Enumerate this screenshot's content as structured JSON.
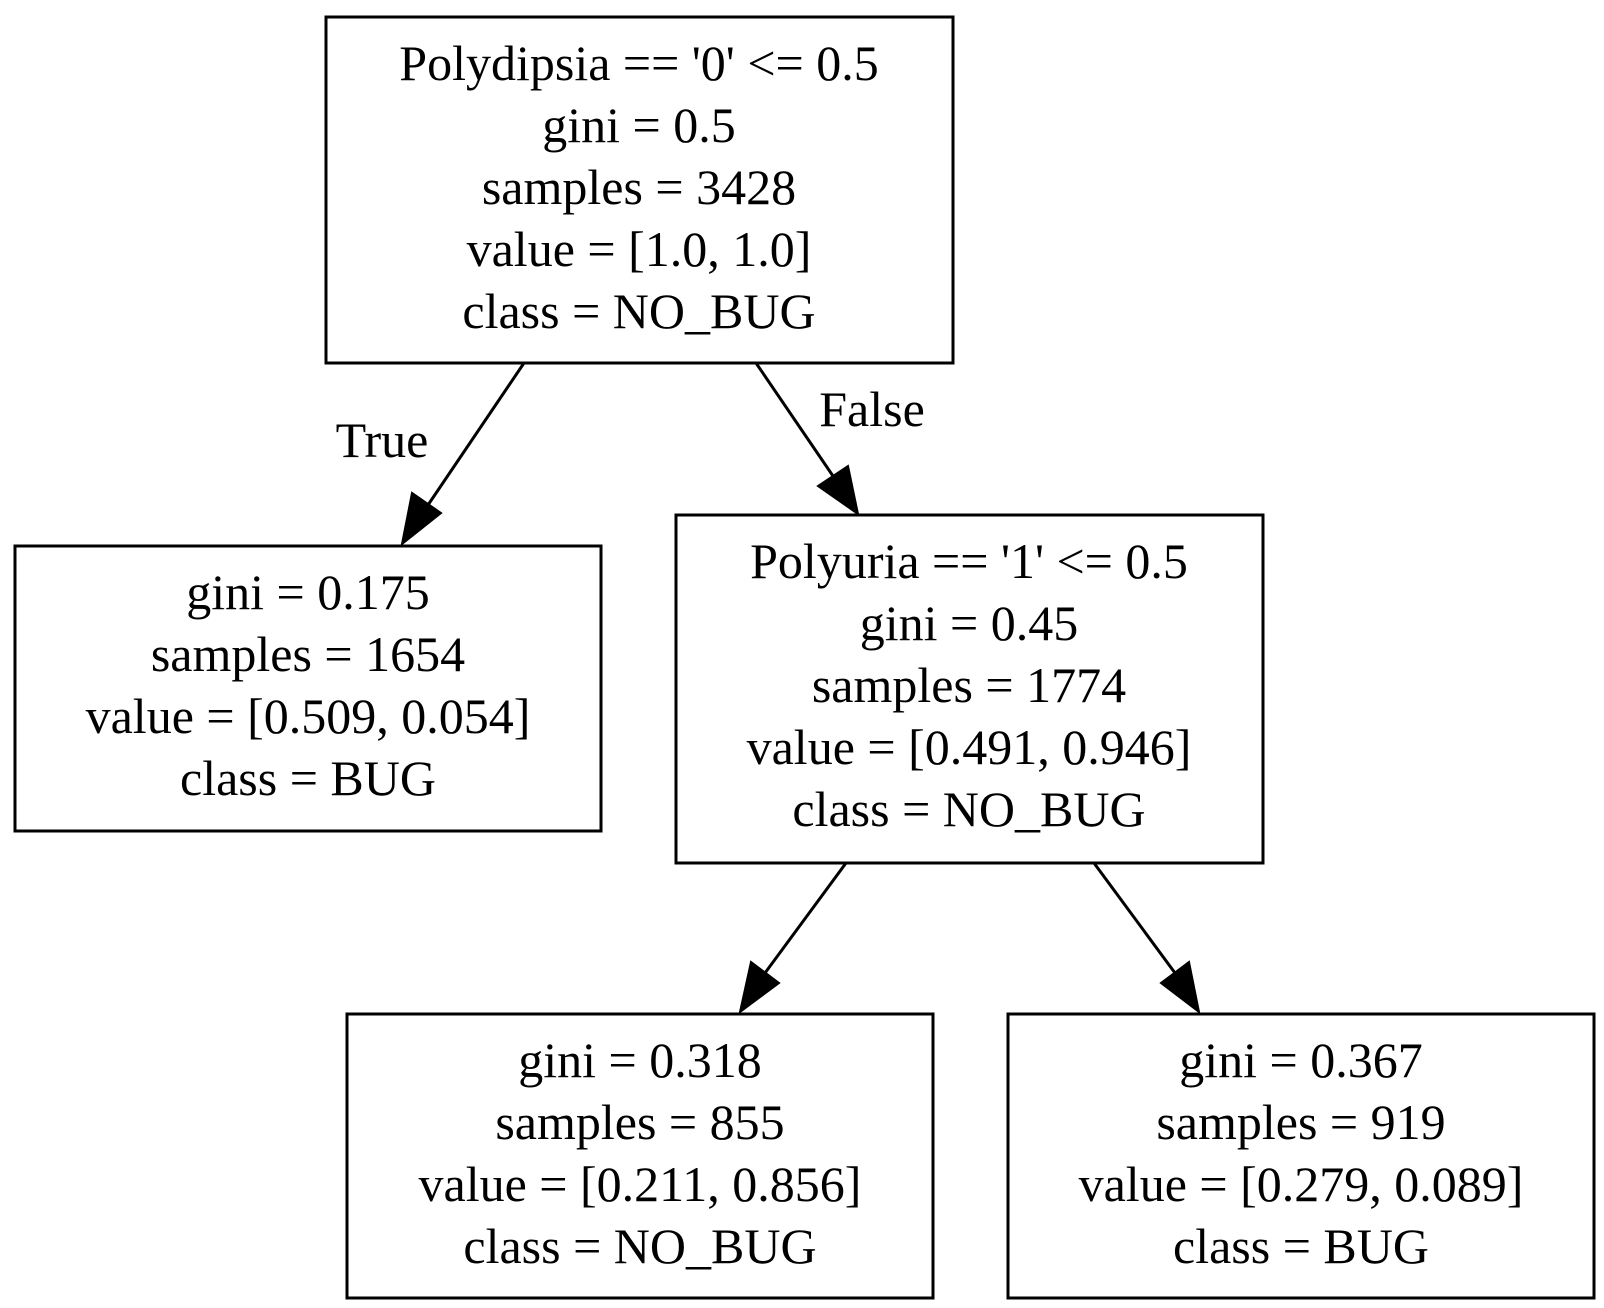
{
  "tree": {
    "root": {
      "lines": [
        "Polydipsia == '0' <= 0.5",
        "gini = 0.5",
        "samples = 3428",
        "value = [1.0, 1.0]",
        "class = NO_BUG"
      ]
    },
    "left_leaf": {
      "lines": [
        "gini = 0.175",
        "samples = 1654",
        "value = [0.509, 0.054]",
        "class = BUG"
      ]
    },
    "split_node": {
      "lines": [
        "Polyuria == '1' <= 0.5",
        "gini = 0.45",
        "samples = 1774",
        "value = [0.491, 0.946]",
        "class = NO_BUG"
      ]
    },
    "leaf_855": {
      "lines": [
        "gini = 0.318",
        "samples = 855",
        "value = [0.211, 0.856]",
        "class = NO_BUG"
      ]
    },
    "leaf_919": {
      "lines": [
        "gini = 0.367",
        "samples = 919",
        "value = [0.279, 0.089]",
        "class = BUG"
      ]
    },
    "edge_labels": {
      "true_label": "True",
      "false_label": "False"
    }
  }
}
